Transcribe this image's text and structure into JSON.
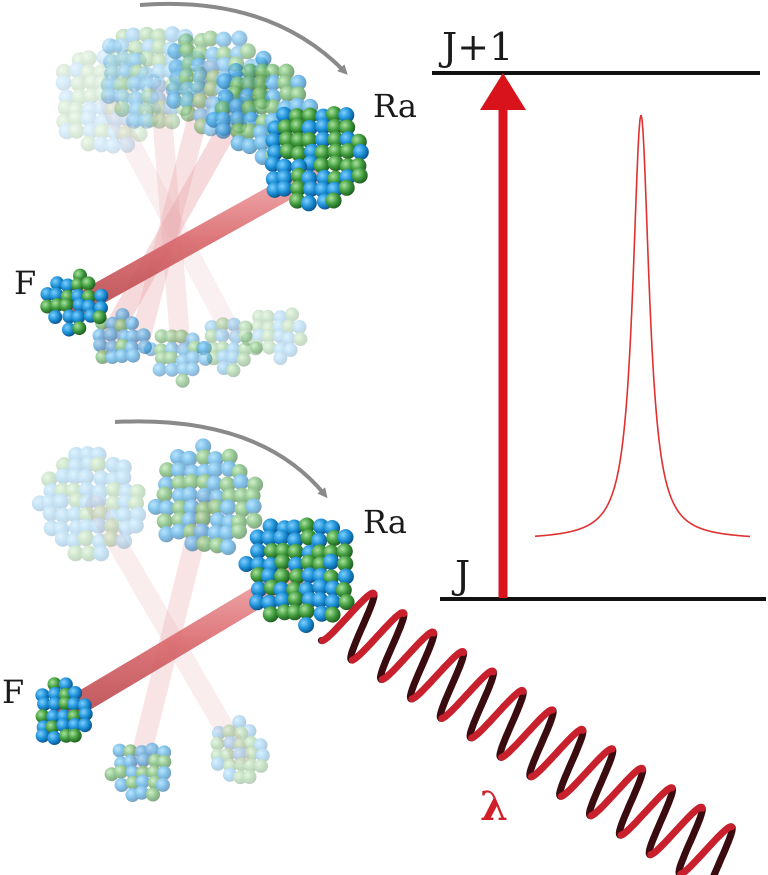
{
  "labels": {
    "upper_level": "J+1",
    "lower_level": "J",
    "top_atom_heavy": "Ra",
    "top_atom_light": "F",
    "bottom_atom_heavy": "Ra",
    "bottom_atom_light": "F",
    "wavelength": "λ"
  },
  "colors": {
    "transition_arrow": "#d8131c",
    "peak_line": "#e03030",
    "bond": "#d9686c",
    "nucleon_blue": "#1b8fd6",
    "nucleon_green": "#3f9a3c",
    "helix_red": "#c8202c",
    "helix_dark": "#3a0c10",
    "rotation_arrow": "#8a8a8a",
    "level_line": "#111111"
  },
  "icons": {
    "rotation_top": "curved-arrow-icon",
    "rotation_bottom": "curved-arrow-icon",
    "photon": "helix-wave-icon"
  }
}
